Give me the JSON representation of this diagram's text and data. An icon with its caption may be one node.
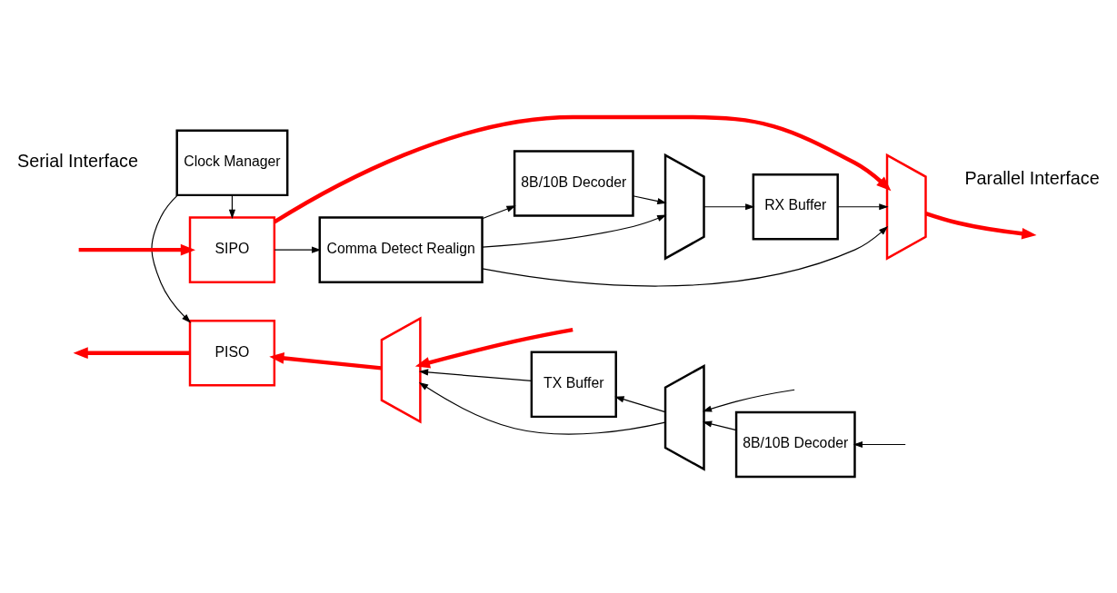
{
  "diagram": {
    "nodes": [
      {
        "text": [
          "SIPO"
        ]
      },
      {
        "text": [
          "Comma Detect Realign"
        ]
      },
      {
        "text": [
          "8B/10B Decoder"
        ]
      },
      {
        "text": [],
        "shape": "trapezoid"
      },
      {
        "text": [
          "RX Buffer"
        ]
      },
      {
        "text": [],
        "shape": "trapezoid"
      },
      {
        "text": [
          "Clock Manager"
        ]
      },
      {
        "text": [
          "PISO"
        ]
      },
      {
        "text": [],
        "shape": "trapezoid"
      },
      {
        "text": [
          "TX Buffer"
        ]
      },
      {
        "text": [],
        "shape": "trapezoid"
      },
      {
        "text": [
          "8B/10B Decoder"
        ]
      }
    ],
    "edges": [
      {
        "from": null,
        "to": 0,
        "arrow": "to",
        "style": "thick",
        "color": "#ff0000"
      },
      {
        "from": 0,
        "to": 1,
        "arrow": "to"
      },
      {
        "from": 0,
        "to": 5,
        "arrow": "to",
        "style": "thick",
        "color": "#ff0000"
      },
      {
        "from": 1,
        "to": 2,
        "arrow": "to"
      },
      {
        "from": 1,
        "to": 3,
        "arrow": "to"
      },
      {
        "from": 1,
        "to": 5,
        "arrow": "to"
      },
      {
        "from": 2,
        "to": 3,
        "arrow": "to"
      },
      {
        "from": 3,
        "to": 4,
        "arrow": "to"
      },
      {
        "from": 4,
        "to": 5,
        "arrow": "to"
      },
      {
        "from": 5,
        "to": null,
        "arrow": "to",
        "style": "thick",
        "color": "#ff0000"
      },
      {
        "from": 6,
        "to": 0,
        "arrow": "to"
      },
      {
        "from": 6,
        "to": 7,
        "arrow": "to"
      },
      {
        "from": null,
        "to": 8,
        "arrow": "to",
        "style": "thick",
        "color": "#ff0000"
      },
      {
        "from": null,
        "to": 10,
        "arrow": "to"
      },
      {
        "from": null,
        "to": 11,
        "arrow": "to"
      },
      {
        "from": 11,
        "to": 10,
        "arrow": "to"
      },
      {
        "from": 10,
        "to": 8,
        "arrow": "to"
      },
      {
        "from": 10,
        "to": 9,
        "arrow": "to"
      },
      {
        "from": 9,
        "to": 8,
        "arrow": "to"
      },
      {
        "from": 8,
        "to": 7,
        "arrow": "to",
        "style": "thick",
        "color": "#ff0000"
      },
      {
        "from": 7,
        "to": null,
        "arrow": "to",
        "style": "thick",
        "color": "#ff0000"
      }
    ],
    "labels": [
      "Serial Interface",
      "Parallel Interface"
    ]
  }
}
